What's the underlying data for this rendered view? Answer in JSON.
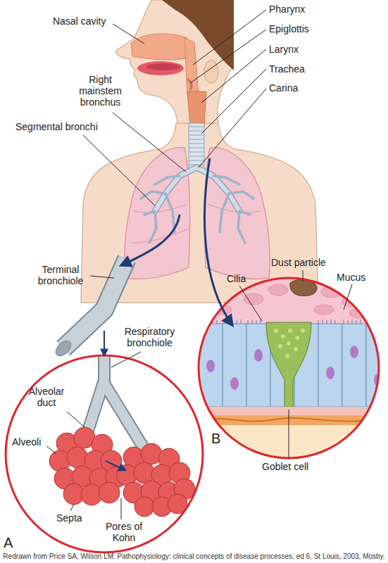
{
  "diagram": {
    "caption": "Redrawn from Price SA, Wilson LM: Pathophysiology: clinical concepts of disease processes, ed 6, St Louis, 2003, Mosby.",
    "labels": [
      "Nasal cavity",
      "Pharynx",
      "Epiglottis",
      "Larynx",
      "Trachea",
      "Carina",
      "Right mainstem bronchus",
      "Segmental bronchi",
      "Terminal bronchiole",
      "Respiratory bronchiole",
      "Alveolar duct",
      "Alveoli",
      "Septa",
      "Pores of Kohn",
      "Dust particle",
      "Cilia",
      "Mucus",
      "Goblet cell",
      "A",
      "B"
    ]
  }
}
